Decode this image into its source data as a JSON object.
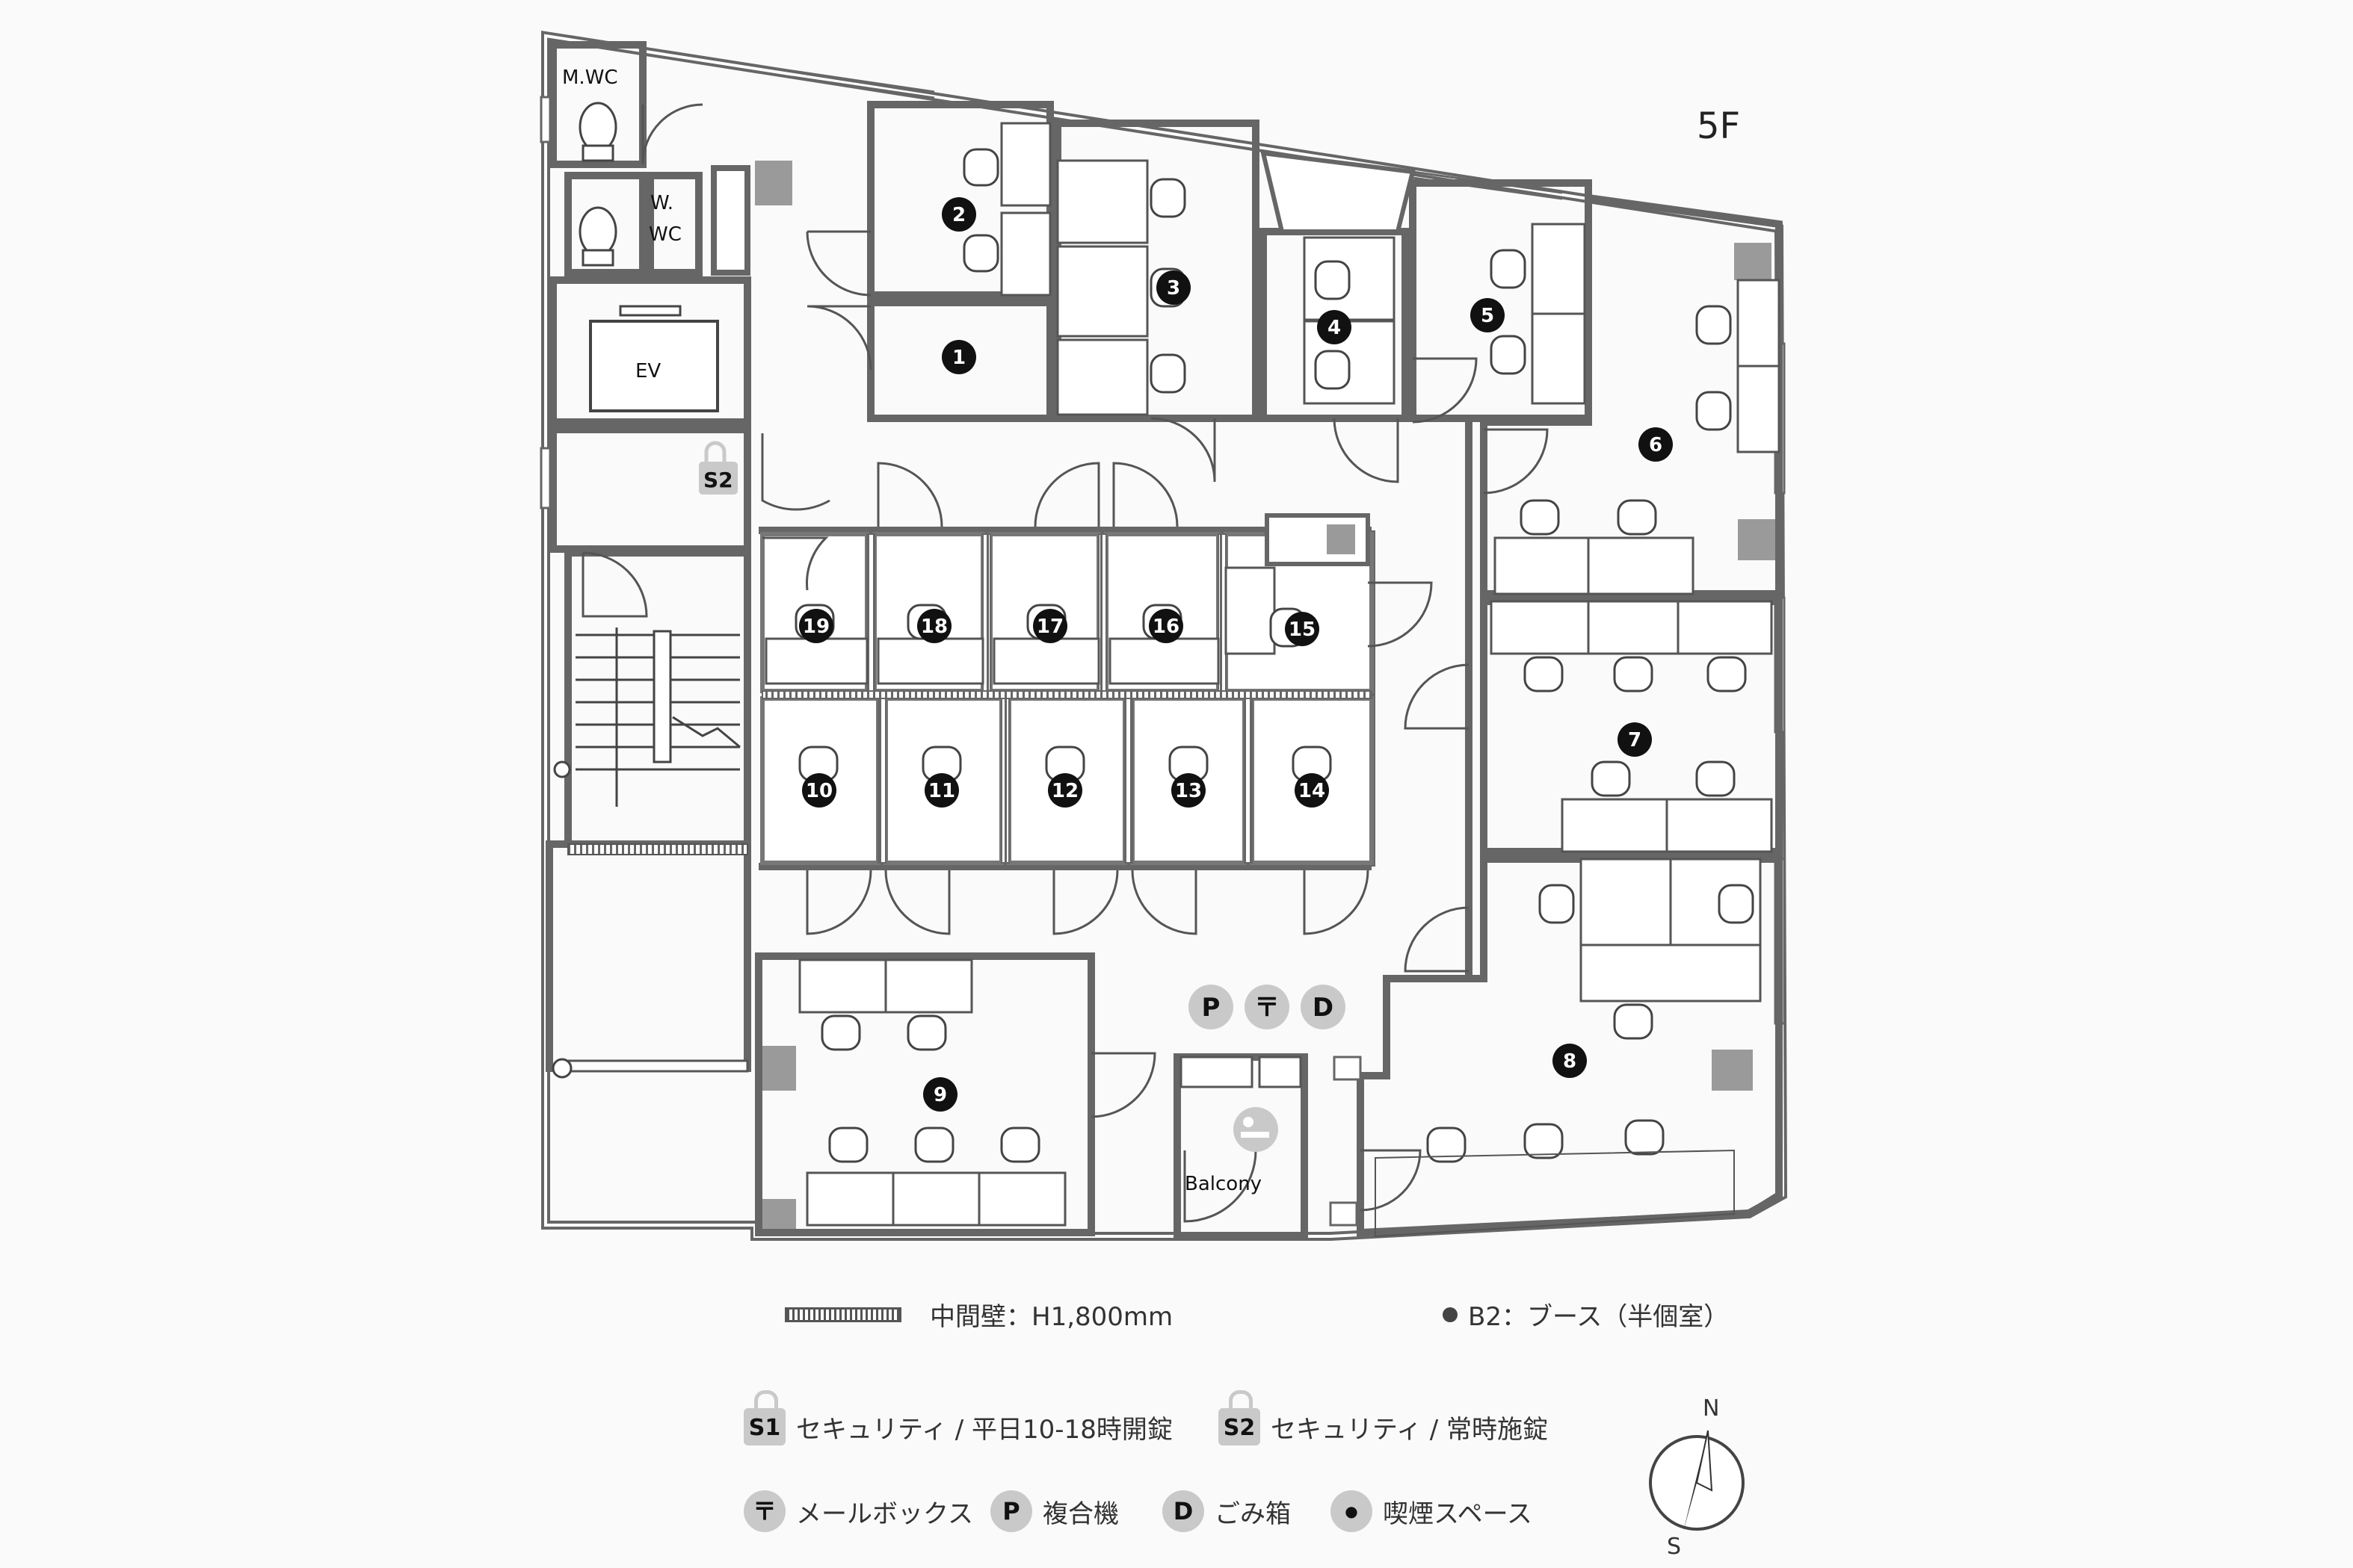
{
  "floor_label": "5F",
  "rooms": {
    "mwc": "M.WC",
    "wwc_1": "W.",
    "wwc_2": "WC",
    "ev": "EV",
    "balcony": "Balcony",
    "security_badge": "S2"
  },
  "numbers": [
    "1",
    "2",
    "3",
    "4",
    "5",
    "6",
    "7",
    "8",
    "9",
    "10",
    "11",
    "12",
    "13",
    "14",
    "15",
    "16",
    "17",
    "18",
    "19"
  ],
  "service_icons": {
    "printer": "P",
    "mail": "〒",
    "trash": "D"
  },
  "legend": {
    "partition": "中間壁：H1,800mm",
    "booth": "B2：ブース（半個室）",
    "s1_badge": "S1",
    "s1_text": "セキュリティ / 平日10-18時開錠",
    "s2_badge": "S2",
    "s2_text": "セキュリティ / 常時施錠",
    "mail_icon": "〒",
    "mail_text": "メールボックス",
    "printer_icon": "P",
    "printer_text": "複合機",
    "trash_icon": "D",
    "trash_text": "ごみ箱",
    "smoking_text": "喫煙スペース"
  },
  "compass": {
    "north": "N",
    "south": "S"
  },
  "colors": {
    "wall": "#666666",
    "wall_fill": "#9a9a9a",
    "badge": "#c9c9c9",
    "number_fill": "#111111"
  }
}
